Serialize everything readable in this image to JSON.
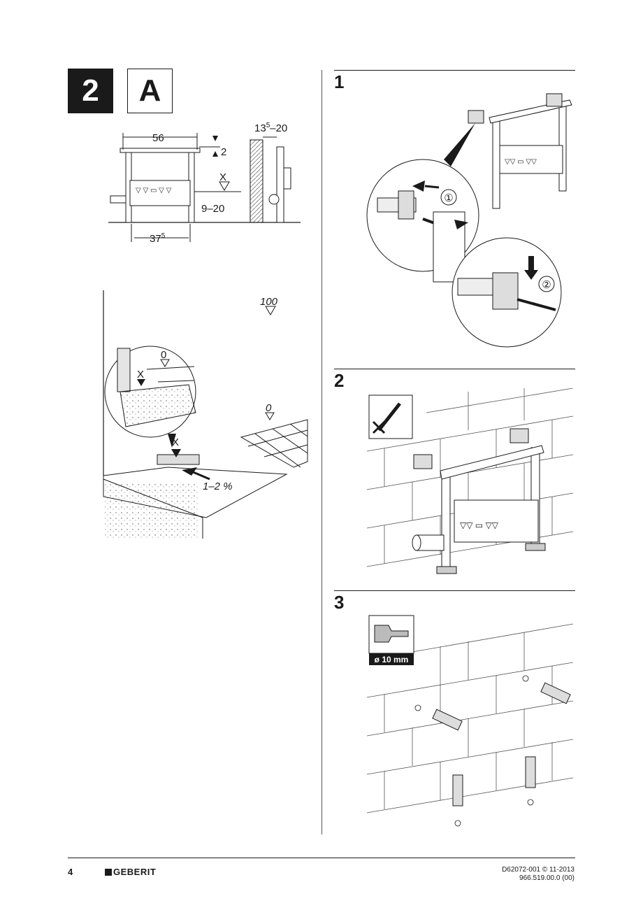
{
  "header": {
    "step_number": "2",
    "variant_letter": "A"
  },
  "figure_dimensions": {
    "width_top": "56",
    "offset_top": "2",
    "height_marker": "X",
    "range_right": "9–20",
    "width_bottom": "37",
    "width_bottom_sup": "5",
    "depth_range": "13",
    "depth_range_sup": "5",
    "depth_range_tail": "–20"
  },
  "figure_floor": {
    "level_100": "100",
    "level_zero_detail": "0",
    "marker_x_detail": "X",
    "marker_x": "X",
    "level_zero_tiles": "0",
    "slope": "1–2 %"
  },
  "steps": [
    {
      "number": "1",
      "callouts": [
        "①",
        "②"
      ]
    },
    {
      "number": "2"
    },
    {
      "number": "3",
      "tool_label": "ø 10 mm"
    }
  ],
  "footer": {
    "page_number": "4",
    "brand": "GEBERIT",
    "doc_ref": "D62072-001 © 11-2013",
    "article_number": "966.519.00.0 (00)"
  }
}
